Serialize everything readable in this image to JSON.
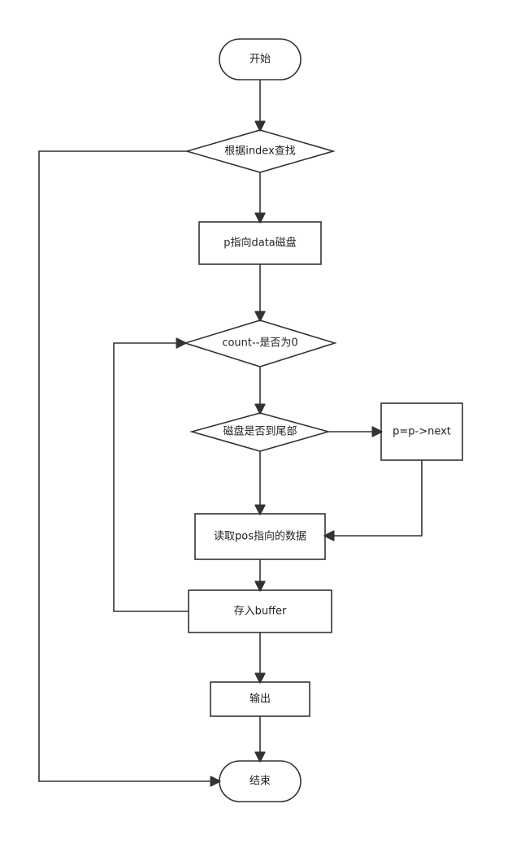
{
  "nodes": {
    "start": "开始",
    "search_by_index": "根据index查找",
    "point_to_data_disk": "p指向data磁盘",
    "count_check": "count--是否为0",
    "disk_end_check": "磁盘是否到尾部",
    "next_pointer": "p=p->next",
    "read_pos_data": "读取pos指向的数据",
    "store_buffer": "存入buffer",
    "output": "输出",
    "end": "结束"
  },
  "colors": {
    "stroke": "#333333",
    "fill": "#ffffff",
    "text": "#222222"
  }
}
